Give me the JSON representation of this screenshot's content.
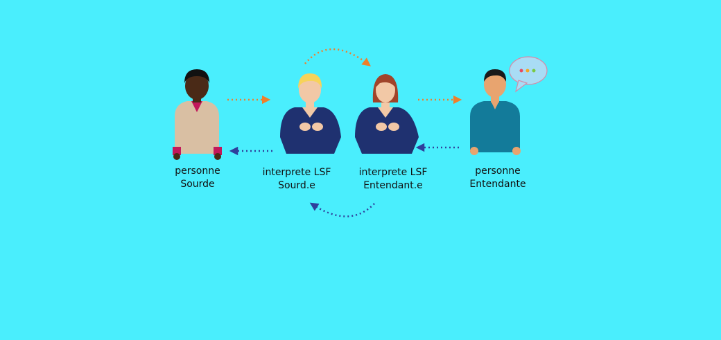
{
  "colors": {
    "background": "#4aeefd",
    "arrow_forward": "#f07f2a",
    "arrow_back": "#2f3f9c",
    "interpreter_shirt": "#1f3170"
  },
  "people": [
    {
      "id": "deaf-person",
      "line1": "personne",
      "line2": "Sourde"
    },
    {
      "id": "deaf-interpreter",
      "line1": "interprete LSF",
      "line2": "Sourd.e"
    },
    {
      "id": "hearing-interpreter",
      "line1": "interprete LSF",
      "line2": "Entendant.e"
    },
    {
      "id": "hearing-person",
      "line1": "personne",
      "line2": "Entendante"
    }
  ],
  "icons": {
    "speech": "speech-bubble-icon"
  }
}
